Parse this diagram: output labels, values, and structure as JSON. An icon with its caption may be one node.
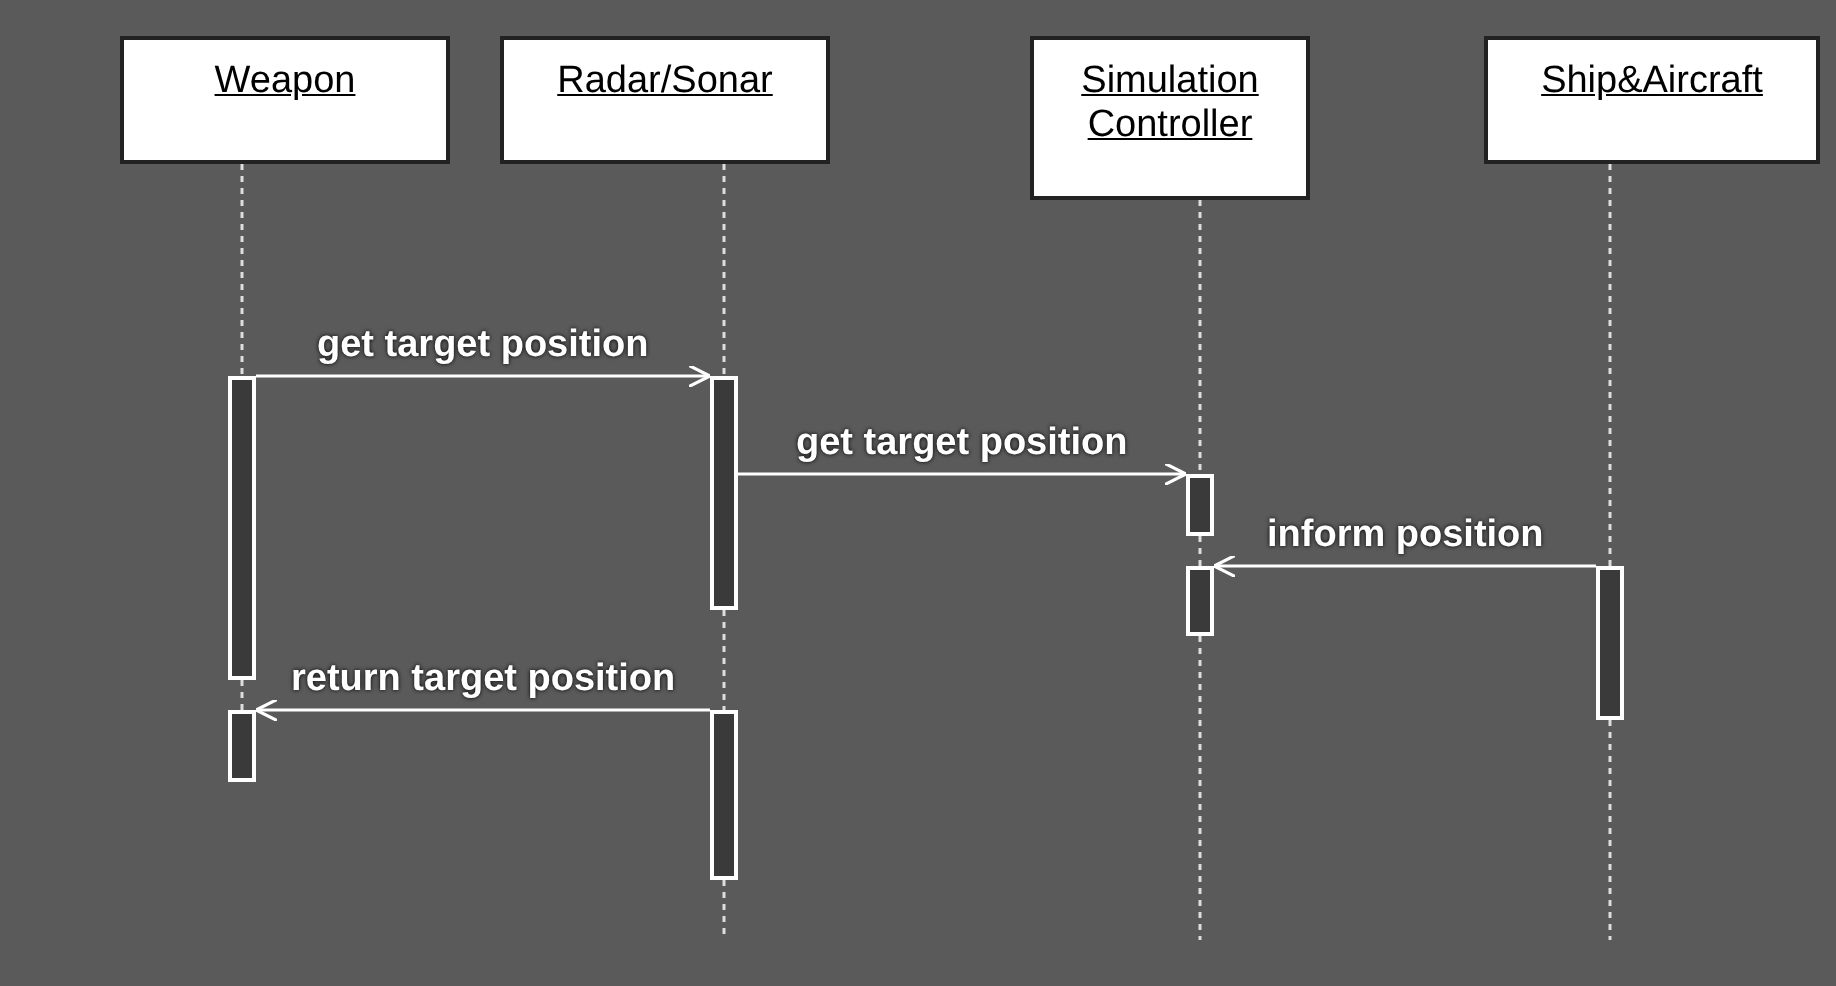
{
  "diagram": {
    "nodes": [
      {
        "text": [
          "Weapon"
        ]
      },
      {
        "text": [
          "Radar/Sonar"
        ]
      },
      {
        "text": [
          "Simulation Controller"
        ]
      },
      {
        "text": [
          "Ship&Aircraft"
        ]
      },
      {
        "text": [],
        "shape": "bar"
      },
      {
        "text": [],
        "shape": "bar"
      },
      {
        "text": [],
        "shape": "bar"
      },
      {
        "text": [],
        "shape": "bar"
      },
      {
        "text": [],
        "shape": "bar"
      },
      {
        "text": [],
        "shape": "bar"
      },
      {
        "text": [],
        "shape": "bar"
      }
    ],
    "edges": [
      {
        "from": 4,
        "to": 6,
        "arrow": "to",
        "label": "get target position"
      },
      {
        "from": 6,
        "to": 8,
        "arrow": "to",
        "label": "get target position"
      },
      {
        "from": 10,
        "to": 9,
        "arrow": "to",
        "label": "inform position"
      },
      {
        "from": 7,
        "to": 5,
        "arrow": "to",
        "label": "return target position"
      },
      {
        "from": 0,
        "to": 4,
        "arrow": "none",
        "style": "dashed"
      },
      {
        "from": 4,
        "to": 5,
        "arrow": "none",
        "style": "dashed"
      },
      {
        "from": 1,
        "to": 6,
        "arrow": "none",
        "style": "dashed"
      },
      {
        "from": 6,
        "to": 7,
        "arrow": "none",
        "style": "dashed"
      },
      {
        "from": 7,
        "to": null,
        "arrow": "none",
        "style": "dashed"
      },
      {
        "from": 2,
        "to": 8,
        "arrow": "none",
        "style": "dashed"
      },
      {
        "from": 8,
        "to": 9,
        "arrow": "none",
        "style": "dashed"
      },
      {
        "from": 9,
        "to": null,
        "arrow": "none",
        "style": "dashed"
      },
      {
        "from": 3,
        "to": 10,
        "arrow": "none",
        "style": "dashed"
      },
      {
        "from": 10,
        "to": null,
        "arrow": "none",
        "style": "dashed"
      }
    ]
  }
}
